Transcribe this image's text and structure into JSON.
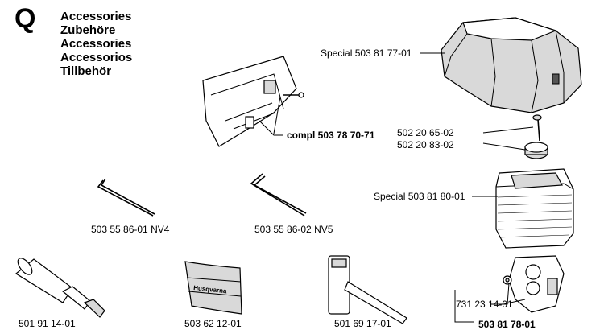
{
  "section": {
    "letter": "Q"
  },
  "titles": [
    "Accessories",
    "Zubehöre",
    "Accessories",
    "Accessorios",
    "Tillbehör"
  ],
  "parts": {
    "air_filter_cover": "Special 503 81 77-01",
    "bracket_kit": "compl 503 78 70-71",
    "knob_1": "502 20 65-02",
    "knob_2": "502 20 83-02",
    "air_filter": "Special 503 81 80-01",
    "hex_key_nv4": "503 55 86-01 NV4",
    "hex_key_nv5": "503 55 86-02 NV5",
    "grease_gun": "501 91 14-01",
    "pouch": "503 62 12-01",
    "combi_wrench": "501 69 17-01",
    "washer": "731 23 14-01",
    "carburetor_kit": "503 81 78-01"
  },
  "pouch_brand": "Husqvarna"
}
